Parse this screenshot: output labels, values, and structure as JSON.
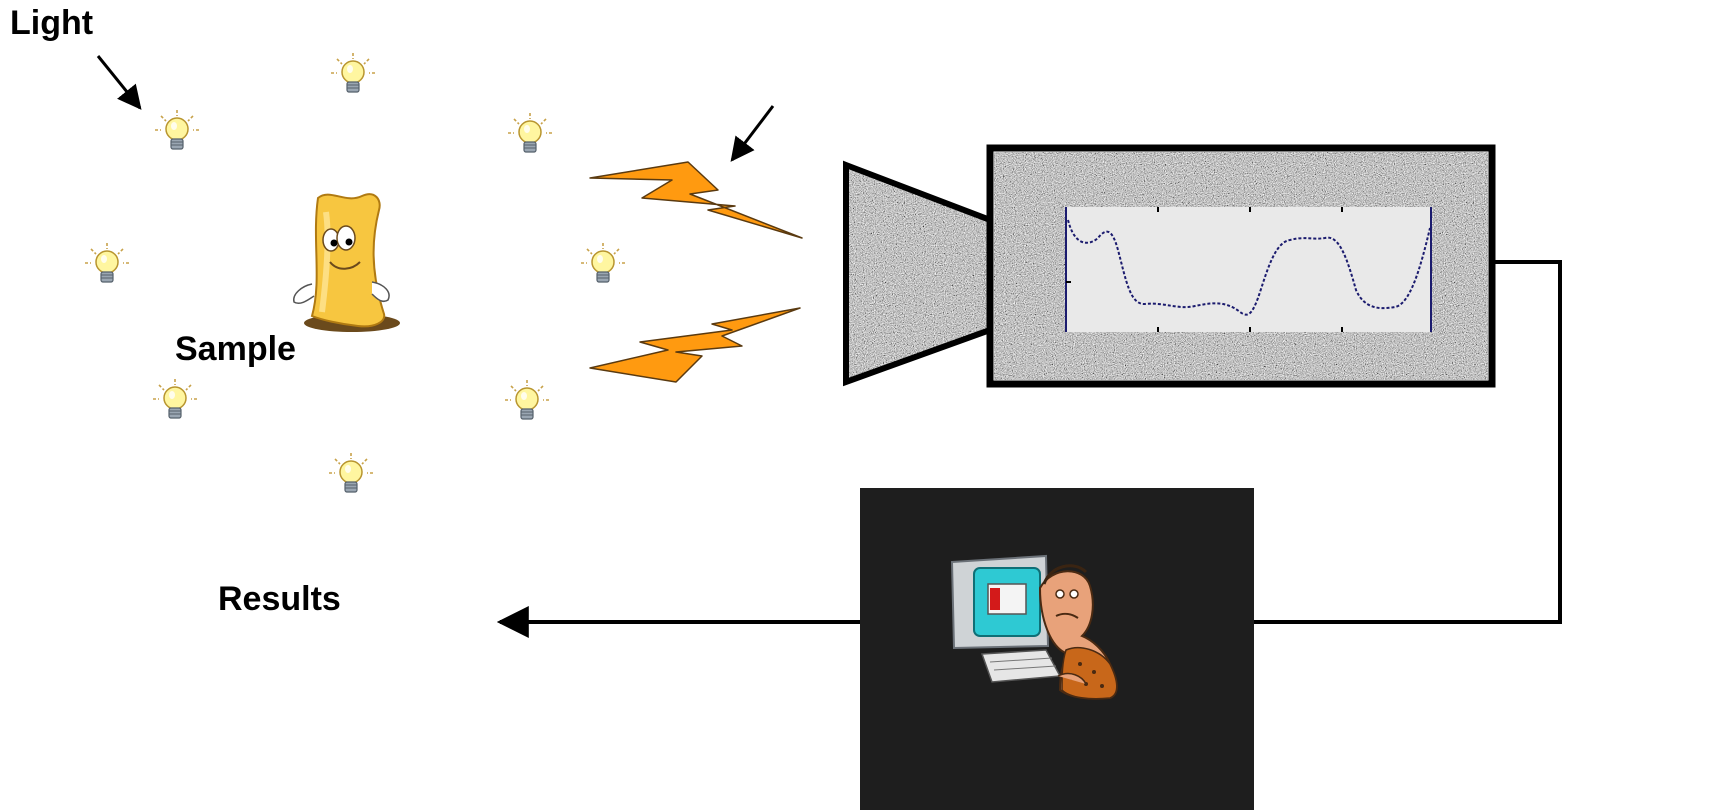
{
  "labels": {
    "light": "Light",
    "sample": "Sample",
    "results": "Results"
  },
  "colors": {
    "background": "#ffffff",
    "stroke": "#000000",
    "bolt_fill": "#ff9a10",
    "screen_panel": "#e9e9e9",
    "plot_line": "#1b1b6e",
    "monitor_box": "#1e1e1e",
    "bulb_glass": "#fff6a0",
    "sample_body": "#f7c640"
  },
  "icons": {
    "light": "light-bulb-icon",
    "sample": "cartoon-sample-character",
    "signal": "lightning-bolt-icon",
    "camera": "camera-sensor-icon",
    "computer": "person-at-computer-icon"
  }
}
